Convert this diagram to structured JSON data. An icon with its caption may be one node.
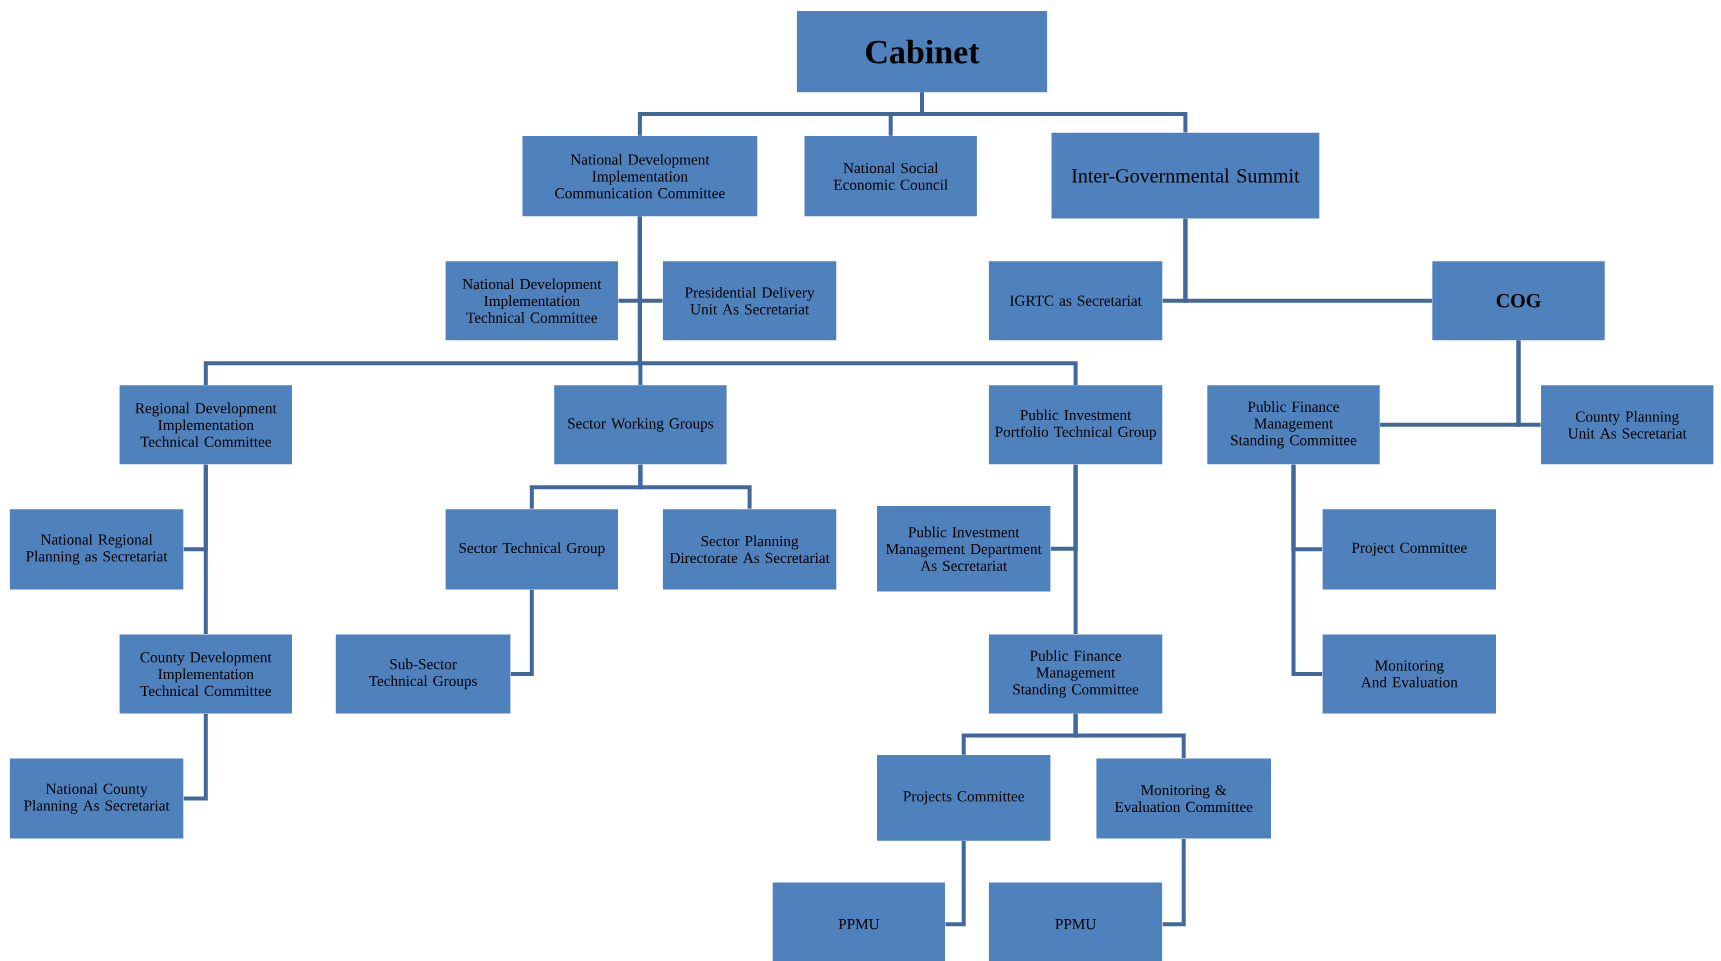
{
  "diagram": {
    "nodes": [
      {
        "text": [
          "Cabinet"
        ]
      },
      {
        "text": [
          "National Development Implementation Communication Committee"
        ]
      },
      {
        "text": [
          "National Social Economic Council"
        ]
      },
      {
        "text": [
          "Inter-Governmental Summit"
        ]
      },
      {
        "text": [
          "National Development Implementation Technical Committee"
        ]
      },
      {
        "text": [
          "Presidential Delivery Unit As Secretariat"
        ]
      },
      {
        "text": [
          "IGRTC as Secretariat"
        ]
      },
      {
        "text": [
          "COG"
        ]
      },
      {
        "text": [
          "Regional Development Implementation Technical Committee"
        ]
      },
      {
        "text": [
          "Sector Working Groups"
        ]
      },
      {
        "text": [
          "Public Investment Portfolio Technical Group"
        ]
      },
      {
        "text": [
          "Public Finance Management Standing Committee"
        ]
      },
      {
        "text": [
          "County Planning Unit As Secretariat"
        ]
      },
      {
        "text": [
          "National Regional Planning as Secretariat"
        ]
      },
      {
        "text": [
          "Sector Technical Group"
        ]
      },
      {
        "text": [
          "Sector Planning Directorate As Secretariat"
        ]
      },
      {
        "text": [
          "Public Investment Management Department As Secretariat"
        ]
      },
      {
        "text": [
          "Project Committee"
        ]
      },
      {
        "text": [
          "County Development Implementation Technical Committee"
        ]
      },
      {
        "text": [
          "Sub-Sector Technical Groups"
        ]
      },
      {
        "text": [
          "Public Finance Management Standing Committee"
        ]
      },
      {
        "text": [
          "Monitoring And Evaluation"
        ]
      },
      {
        "text": [
          "National County Planning As Secretariat"
        ]
      },
      {
        "text": [
          "Projects Committee"
        ]
      },
      {
        "text": [
          "Monitoring & Evaluation Committee"
        ]
      },
      {
        "text": [
          "PPMU"
        ]
      },
      {
        "text": [
          "PPMU"
        ]
      }
    ],
    "edges": [
      {
        "from": 0,
        "to": 1,
        "arrow": "none"
      },
      {
        "from": 0,
        "to": 2,
        "arrow": "none"
      },
      {
        "from": 0,
        "to": 3,
        "arrow": "none"
      },
      {
        "from": 1,
        "to": 4,
        "arrow": "none"
      },
      {
        "from": 1,
        "to": 5,
        "arrow": "none"
      },
      {
        "from": 1,
        "to": 8,
        "arrow": "none"
      },
      {
        "from": 1,
        "to": 9,
        "arrow": "none"
      },
      {
        "from": 1,
        "to": 10,
        "arrow": "none"
      },
      {
        "from": 3,
        "to": 6,
        "arrow": "none"
      },
      {
        "from": 3,
        "to": 7,
        "arrow": "none"
      },
      {
        "from": 7,
        "to": 11,
        "arrow": "none"
      },
      {
        "from": 7,
        "to": 12,
        "arrow": "none"
      },
      {
        "from": 8,
        "to": 13,
        "arrow": "none"
      },
      {
        "from": 8,
        "to": 18,
        "arrow": "none"
      },
      {
        "from": 18,
        "to": 22,
        "arrow": "none"
      },
      {
        "from": 9,
        "to": 14,
        "arrow": "none"
      },
      {
        "from": 9,
        "to": 15,
        "arrow": "none"
      },
      {
        "from": 14,
        "to": 19,
        "arrow": "none"
      },
      {
        "from": 10,
        "to": 16,
        "arrow": "none"
      },
      {
        "from": 10,
        "to": 20,
        "arrow": "none"
      },
      {
        "from": 20,
        "to": 23,
        "arrow": "none"
      },
      {
        "from": 20,
        "to": 24,
        "arrow": "none"
      },
      {
        "from": 23,
        "to": 25,
        "arrow": "none"
      },
      {
        "from": 24,
        "to": 26,
        "arrow": "none"
      },
      {
        "from": 11,
        "to": 17,
        "arrow": "none"
      },
      {
        "from": 11,
        "to": 21,
        "arrow": "none"
      }
    ]
  }
}
